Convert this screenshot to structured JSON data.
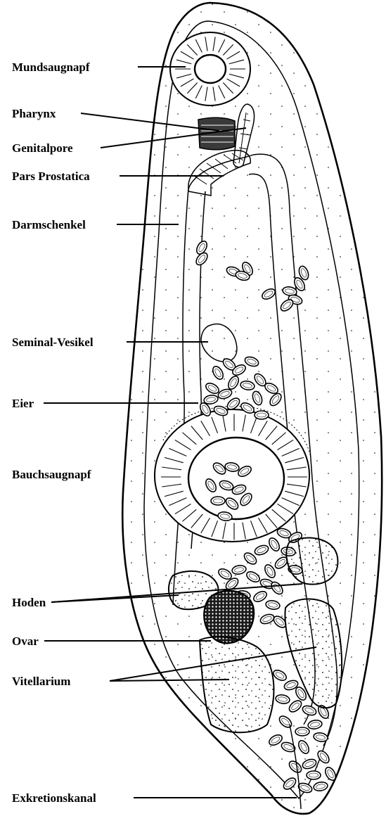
{
  "labels": {
    "mundsaugnapf": "Mundsaugnapf",
    "pharynx": "Pharynx",
    "genitalpore": "Genitalpore",
    "pars_prostatica": "Pars Prostatica",
    "darmschenkel": "Darmschenkel",
    "seminal_vesikel": "Seminal-Vesikel",
    "eier": "Eier",
    "bauchsaugnapf": "Bauchsaugnapf",
    "hoden": "Hoden",
    "ovar": "Ovar",
    "vitellarium": "Vitellarium",
    "exkretionskanal": "Exkretionskanal"
  }
}
